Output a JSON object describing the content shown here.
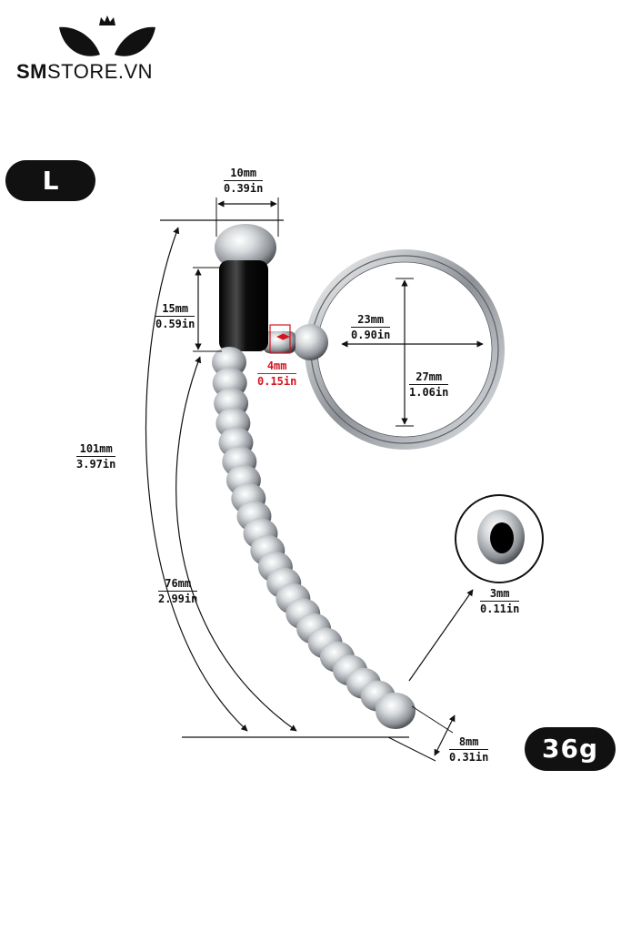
{
  "brand": {
    "mark": "SM",
    "rest": "STORE.VN"
  },
  "size_badge": "L",
  "weight_badge": "36g",
  "dimensions": {
    "top_width": {
      "mm": "10mm",
      "in": "0.39in"
    },
    "head_length": {
      "mm": "15mm",
      "in": "0.59in"
    },
    "ring_radius": {
      "mm": "23mm",
      "in": "0.90in"
    },
    "ring_diameter": {
      "mm": "27mm",
      "in": "1.06in"
    },
    "gap": {
      "mm": "4mm",
      "in": "0.15in"
    },
    "total_length": {
      "mm": "101mm",
      "in": "3.97in"
    },
    "insert_length": {
      "mm": "76mm",
      "in": "2.99in"
    },
    "hole": {
      "mm": "3mm",
      "in": "0.11in"
    },
    "tip_width": {
      "mm": "8mm",
      "in": "0.31in"
    }
  },
  "colors": {
    "badge": "#111111",
    "highlight": "#d4141e",
    "metal": "#c9ccd0"
  },
  "icons": [
    "crown-icon",
    "fox-ears-icon"
  ]
}
